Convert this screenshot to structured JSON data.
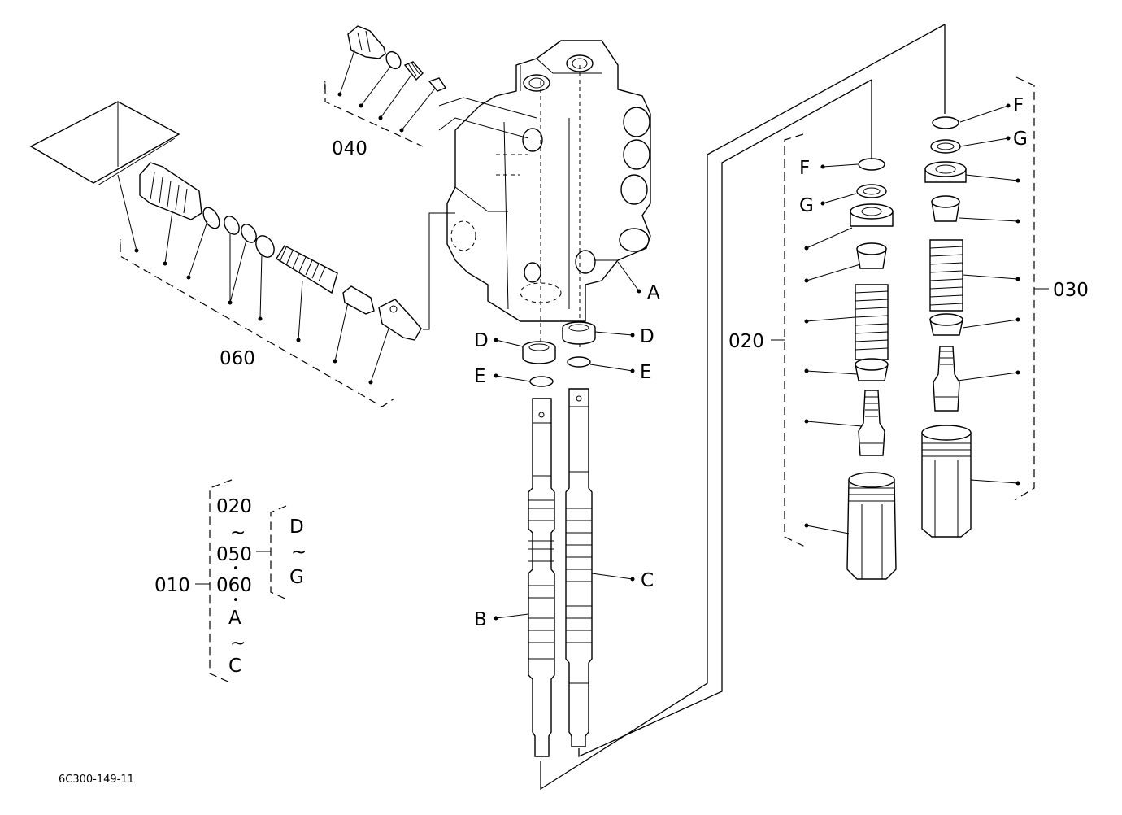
{
  "drawing_id": "6C300-149-11",
  "groups": {
    "g010": "010",
    "g020": "020",
    "g030": "030",
    "g040": "040",
    "g050": "050",
    "g060": "060"
  },
  "letters": {
    "A": "A",
    "B": "B",
    "C": "C",
    "D": "D",
    "E": "E",
    "F": "F",
    "G": "G"
  },
  "marks": {
    "tilde": "~",
    "bullet": "•",
    "small_i": "i"
  }
}
